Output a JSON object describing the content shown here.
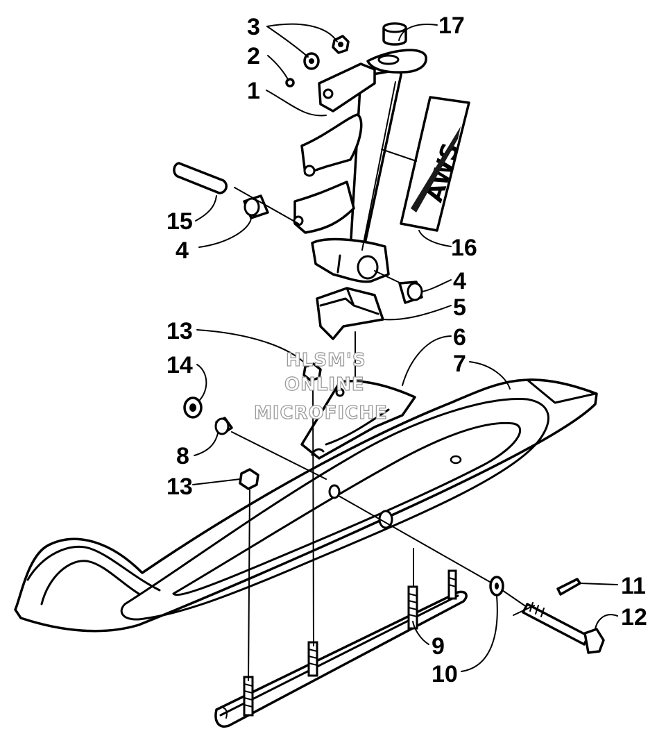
{
  "diagram": {
    "callouts": [
      {
        "id": "c1",
        "label": "1"
      },
      {
        "id": "c2",
        "label": "2"
      },
      {
        "id": "c3",
        "label": "3"
      },
      {
        "id": "c4a",
        "label": "4"
      },
      {
        "id": "c4b",
        "label": "4"
      },
      {
        "id": "c5",
        "label": "5"
      },
      {
        "id": "c6",
        "label": "6"
      },
      {
        "id": "c7",
        "label": "7"
      },
      {
        "id": "c8",
        "label": "8"
      },
      {
        "id": "c9",
        "label": "9"
      },
      {
        "id": "c10",
        "label": "10"
      },
      {
        "id": "c11",
        "label": "11"
      },
      {
        "id": "c12",
        "label": "12"
      },
      {
        "id": "c13a",
        "label": "13"
      },
      {
        "id": "c13b",
        "label": "13"
      },
      {
        "id": "c14",
        "label": "14"
      },
      {
        "id": "c15",
        "label": "15"
      },
      {
        "id": "c16",
        "label": "16"
      },
      {
        "id": "c17",
        "label": "17"
      }
    ],
    "decal_text": "AWS",
    "watermark": [
      "HLSM'S",
      "ONLINE",
      "MICROFICHE"
    ]
  }
}
